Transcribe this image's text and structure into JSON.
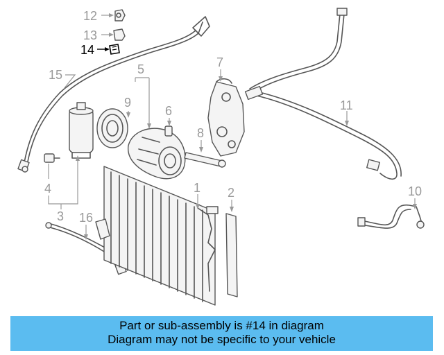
{
  "diagram": {
    "labels": {
      "p1": "1",
      "p2": "2",
      "p3": "3",
      "p4": "4",
      "p5": "5",
      "p6": "6",
      "p7": "7",
      "p8": "8",
      "p9": "9",
      "p10": "10",
      "p11": "11",
      "p12": "12",
      "p13": "13",
      "p14": "14",
      "p15": "15",
      "p16": "16"
    },
    "highlighted": "14"
  },
  "banner": {
    "line1": "Part or sub-assembly is #14 in diagram",
    "line2": "Diagram may not be specific to your vehicle",
    "background": "#5bbcf0"
  }
}
